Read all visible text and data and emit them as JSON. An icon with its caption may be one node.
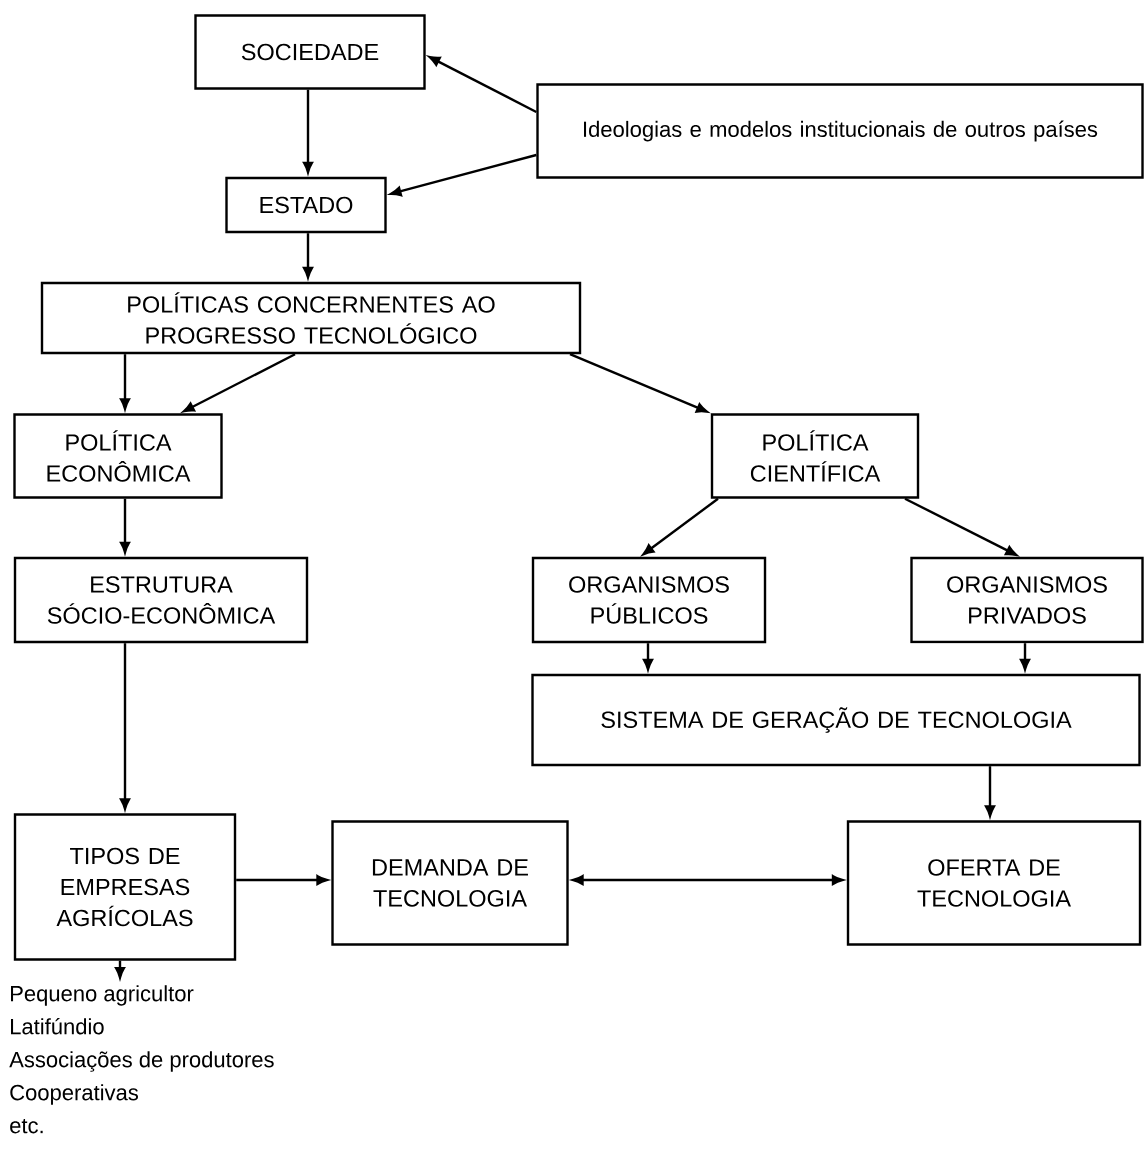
{
  "diagram": {
    "nodes": [
      {
        "text": [
          "SOCIEDADE"
        ]
      },
      {
        "text": [
          "Ideologias e modelos institucionais de outros países"
        ]
      },
      {
        "text": [
          "ESTADO"
        ]
      },
      {
        "text": [
          "POLÍTICAS CONCERNENTES AO PROGRESSO TECNOLÓGICO"
        ]
      },
      {
        "text": [
          "POLÍTICA ECONÔMICA"
        ]
      },
      {
        "text": [
          "POLÍTICA CIENTÍFICA"
        ]
      },
      {
        "text": [
          "ESTRUTURA SÓCIO-ECONÔMICA"
        ]
      },
      {
        "text": [
          "ORGANISMOS PÚBLICOS"
        ]
      },
      {
        "text": [
          "ORGANISMOS PRIVADOS"
        ]
      },
      {
        "text": [
          "SISTEMA DE GERAÇÃO DE TECNOLOGIA"
        ]
      },
      {
        "text": [
          "TIPOS DE EMPRESAS AGRÍCOLAS"
        ]
      },
      {
        "text": [
          "DEMANDA DE TECNOLOGIA"
        ]
      },
      {
        "text": [
          "OFERTA DE TECNOLOGIA"
        ]
      },
      {
        "text": [
          "Pequeno agricultor",
          "Latifúndio",
          "Associações de produtores",
          "Cooperativas",
          "etc."
        ]
      }
    ],
    "edges": [
      {
        "from": 0,
        "to": 2,
        "arrow": "to"
      },
      {
        "from": 1,
        "to": 0,
        "arrow": "to"
      },
      {
        "from": 1,
        "to": 2,
        "arrow": "to"
      },
      {
        "from": 2,
        "to": 3,
        "arrow": "to"
      },
      {
        "from": 3,
        "to": 4,
        "arrow": "to"
      },
      {
        "from": 3,
        "to": 4,
        "arrow": "to"
      },
      {
        "from": 3,
        "to": 5,
        "arrow": "to"
      },
      {
        "from": 4,
        "to": 6,
        "arrow": "to"
      },
      {
        "from": 5,
        "to": 7,
        "arrow": "to"
      },
      {
        "from": 5,
        "to": 8,
        "arrow": "to"
      },
      {
        "from": 6,
        "to": 10,
        "arrow": "to"
      },
      {
        "from": 7,
        "to": 9,
        "arrow": "to"
      },
      {
        "from": 8,
        "to": 9,
        "arrow": "to"
      },
      {
        "from": 9,
        "to": 12,
        "arrow": "to"
      },
      {
        "from": 10,
        "to": 11,
        "arrow": "to"
      },
      {
        "from": 11,
        "to": 12,
        "arrow": "both"
      },
      {
        "from": 10,
        "to": 13,
        "arrow": "to"
      }
    ]
  }
}
